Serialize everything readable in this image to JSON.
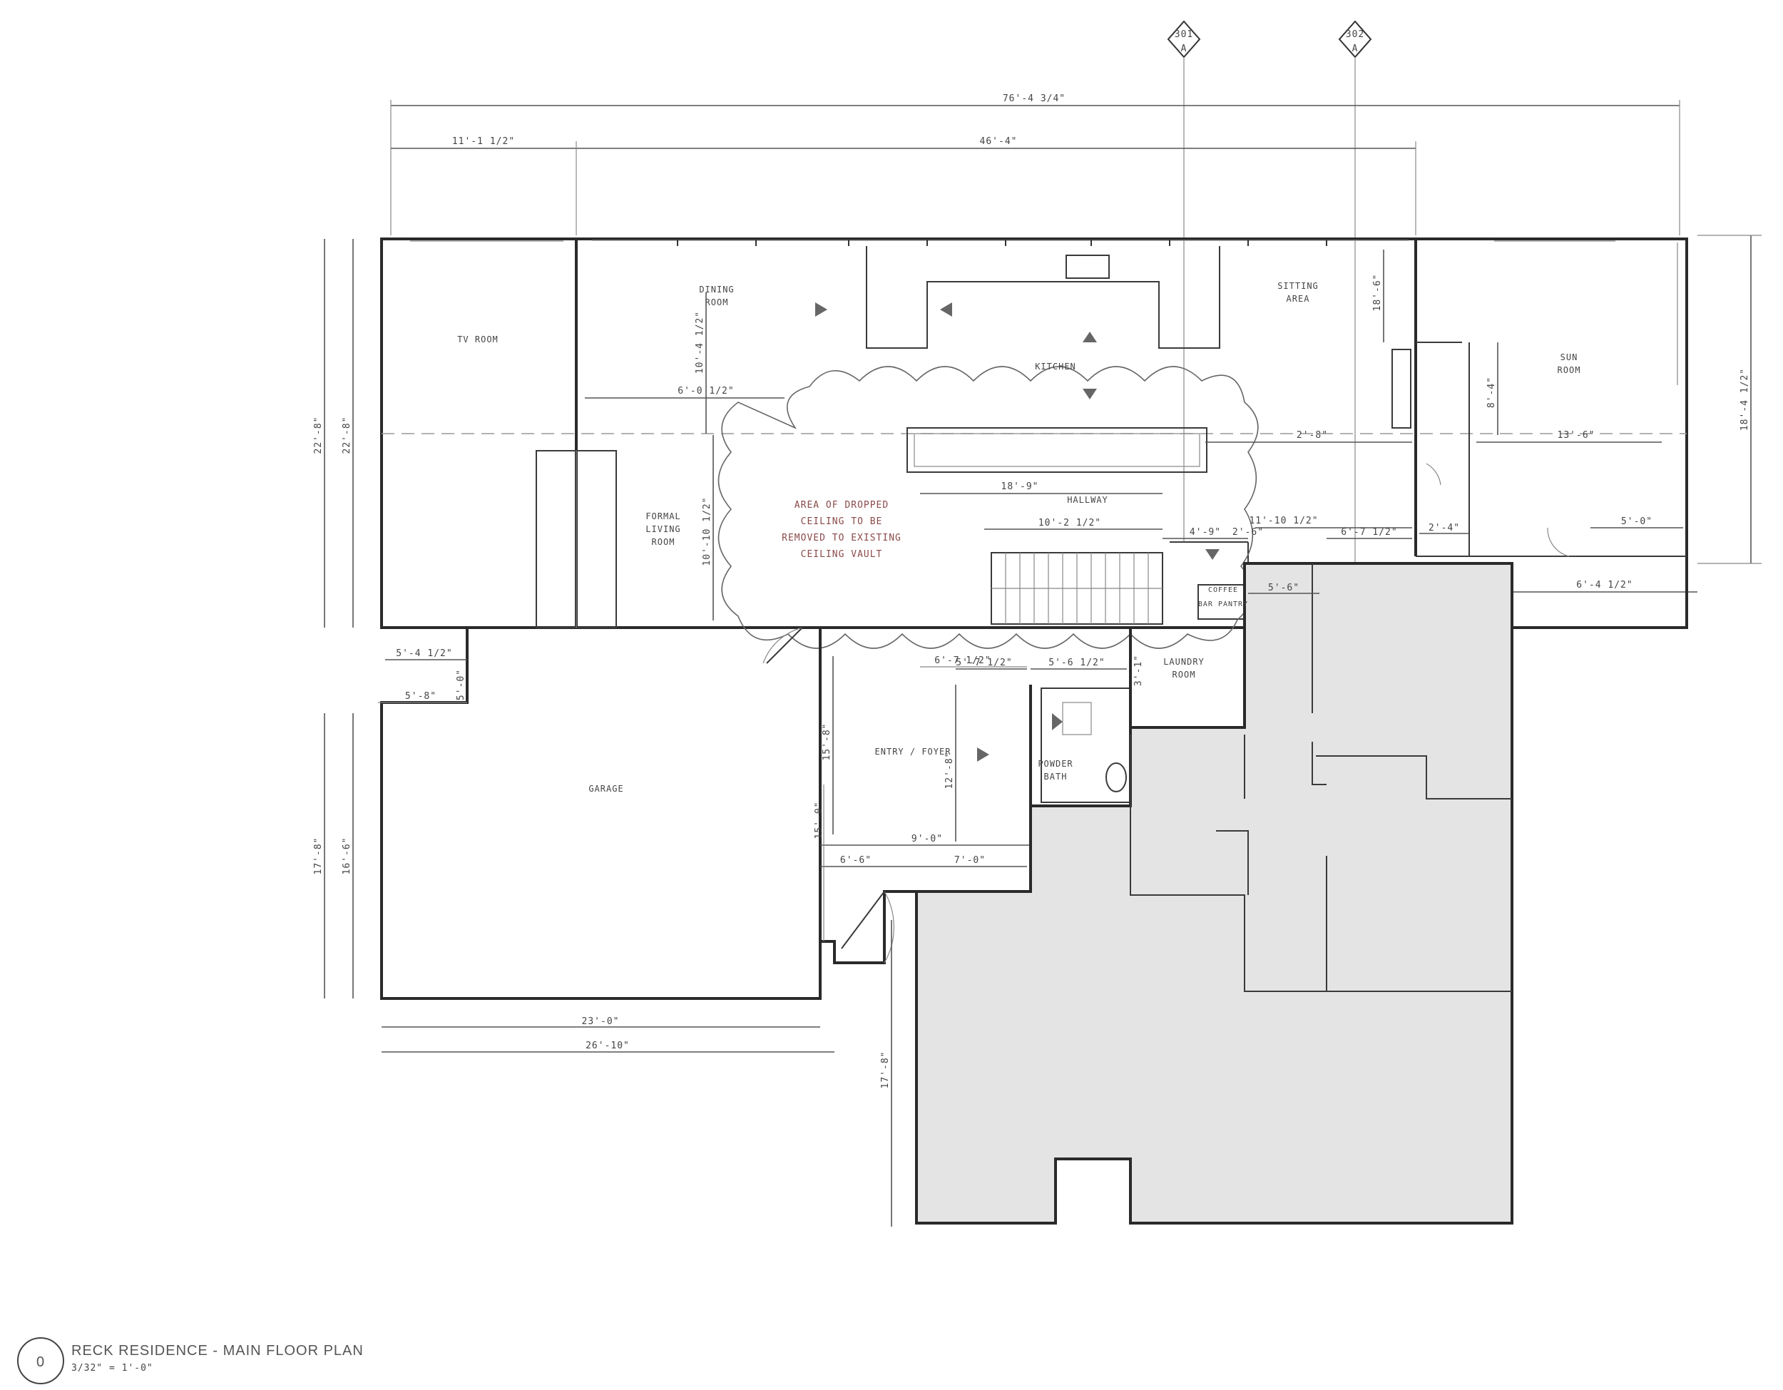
{
  "drawing": {
    "title": "RECK RESIDENCE - MAIN FLOOR PLAN",
    "scale": "3/32\" = 1'-0\"",
    "view_number": "0"
  },
  "section_markers": [
    {
      "id": "301",
      "label": "A"
    },
    {
      "id": "302",
      "label": "A"
    }
  ],
  "rooms": {
    "tv_room": "TV ROOM",
    "dining_room_1": "DINING",
    "dining_room_2": "ROOM",
    "kitchen": "KITCHEN",
    "sitting_area_1": "SITTING",
    "sitting_area_2": "AREA",
    "sun_room_1": "SUN",
    "sun_room_2": "ROOM",
    "formal_living_1": "FORMAL",
    "formal_living_2": "LIVING",
    "formal_living_3": "ROOM",
    "hallway": "HALLWAY",
    "entry_foyer": "ENTRY / FOYER",
    "laundry_1": "LAUNDRY",
    "laundry_2": "ROOM",
    "powder_1": "POWDER",
    "powder_2": "BATH",
    "garage": "GARAGE",
    "coffee_1": "COFFEE",
    "coffee_2": "BAR PANTRY"
  },
  "note": {
    "line1": "AREA OF DROPPED",
    "line2": "CEILING TO BE",
    "line3": "REMOVED TO EXISTING",
    "line4": "CEILING VAULT"
  },
  "dimensions": {
    "overall_width": "76'-4 3/4\"",
    "top_left": "11'-1 1/2\"",
    "top_mid": "46'-4\"",
    "left_overall": "22'-8\"",
    "left_inner": "22'-8\"",
    "right_overall": "18'-4 1/2\"",
    "dining_depth": "10'-4 1/2\"",
    "dining_width": "6'-0 1/2\"",
    "living_depth": "10'-10 1/2\"",
    "hall_h": "18'-9\"",
    "hall_w": "10'-2 1/2\"",
    "sun_h": "18'-6\"",
    "sun_vert": "13'-6\"",
    "sun_vert2": "8'-4\"",
    "sitting_w": "2'-8\"",
    "pantry_w": "11'-10 1/2\"",
    "stair_w": "6'-7 1/2\"",
    "laundry_w": "5'-6\"",
    "garage_w1": "23'-0\"",
    "garage_w2": "26'-10\"",
    "garage_h1": "17'-8\"",
    "garage_h2": "16'-6\"",
    "garage_top": "5'-4 1/2\"",
    "garage_top2": "5'-8\"",
    "garage_notch": "5'-0\"",
    "foyer_w": "9'-0\"",
    "foyer_w2": "6'-6\"",
    "foyer_w3": "7'-0\"",
    "foyer_h": "15'-8\"",
    "foyer_h2": "12'-8\"",
    "foyer_h3": "15'-0\"",
    "foyer_top": "5'-7 1/2\"",
    "bath_w": "5'-6 1/2\"",
    "lower_h": "17'-8\"",
    "sun_bottom": "6'-4 1/2\"",
    "sun_door": "5'-0\"",
    "misc1": "4'-9\"",
    "misc2": "2'-6\"",
    "misc3": "6'-7 1/2\"",
    "misc4": "3'-1\"",
    "misc5": "2'-4\""
  }
}
